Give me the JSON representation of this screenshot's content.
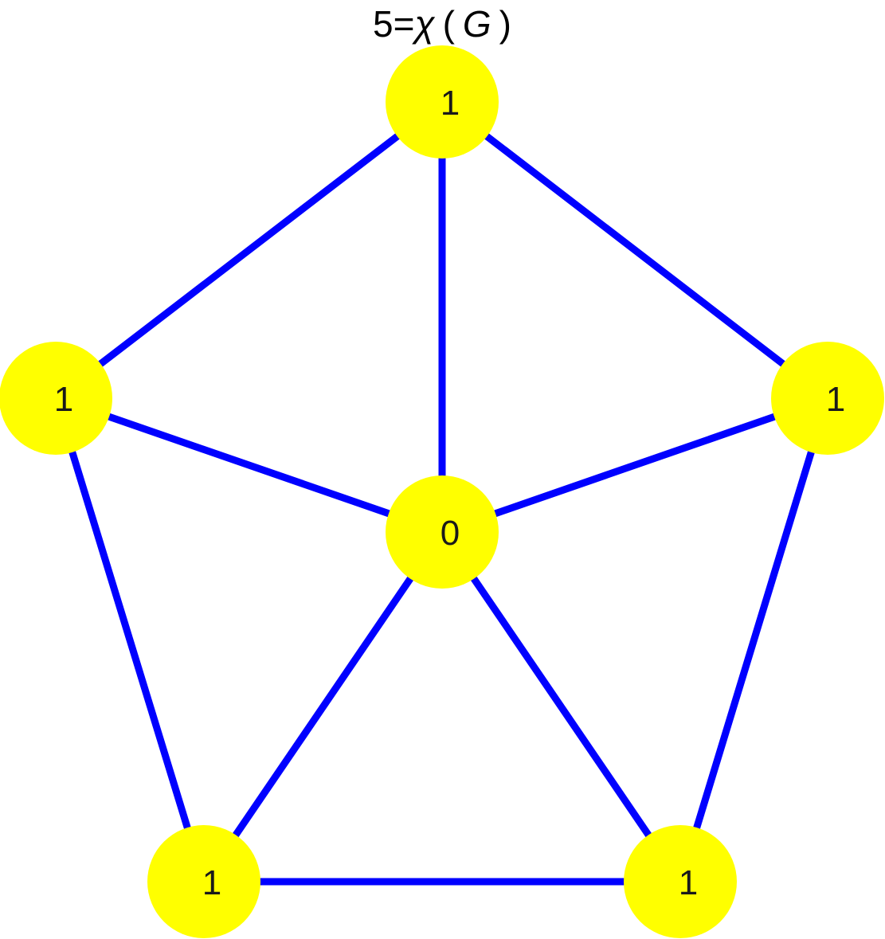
{
  "title": {
    "prefix": "5=",
    "chi": "χ",
    "open_paren": "(",
    "graph_var": "G",
    "close_paren": ")"
  },
  "colors": {
    "node_fill": "#ffff00",
    "edge_stroke": "#0000ff",
    "label": "#1a1a1a"
  },
  "graph": {
    "nodes": [
      {
        "id": "top",
        "label": "1"
      },
      {
        "id": "left",
        "label": "1"
      },
      {
        "id": "right",
        "label": "1"
      },
      {
        "id": "center",
        "label": "0"
      },
      {
        "id": "bottom-left",
        "label": "1"
      },
      {
        "id": "bottom-right",
        "label": "1"
      }
    ],
    "edges": [
      [
        "top",
        "left"
      ],
      [
        "top",
        "right"
      ],
      [
        "top",
        "center"
      ],
      [
        "left",
        "center"
      ],
      [
        "right",
        "center"
      ],
      [
        "left",
        "bottom-left"
      ],
      [
        "right",
        "bottom-right"
      ],
      [
        "center",
        "bottom-left"
      ],
      [
        "center",
        "bottom-right"
      ],
      [
        "bottom-left",
        "bottom-right"
      ]
    ]
  }
}
